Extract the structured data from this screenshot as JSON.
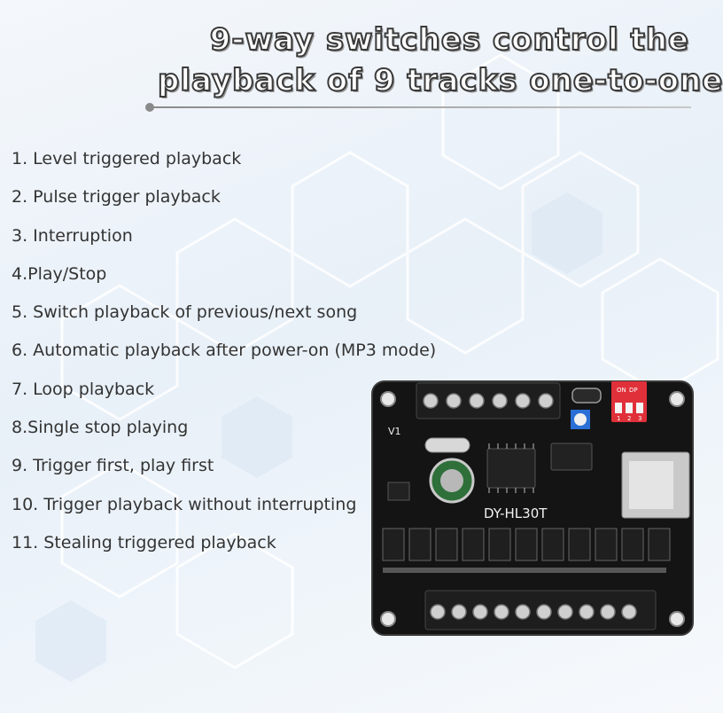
{
  "title": {
    "line1": "9-way switches control the",
    "line2": "playback of 9 tracks one-to-one"
  },
  "features": [
    "1. Level triggered playback",
    "2. Pulse trigger playback",
    "3. Interruption",
    "4.Play/Stop",
    "5. Switch playback of previous/next song",
    "6. Automatic playback after power-on (MP3 mode)",
    "7. Loop playback",
    "8.Single stop playing",
    "9. Trigger first, play first",
    "10. Trigger playback without interrupting",
    "11. Stealing triggered playback"
  ],
  "board": {
    "model_label": "DY-HL30T",
    "v1_label": "V1",
    "dip_labels": [
      "ON",
      "DP",
      "1",
      "2",
      "3"
    ],
    "colors": {
      "pcb": "#141414",
      "dip": "#e0303a",
      "pot": "#2a6fd6",
      "cap": "#2f6f3a"
    }
  }
}
